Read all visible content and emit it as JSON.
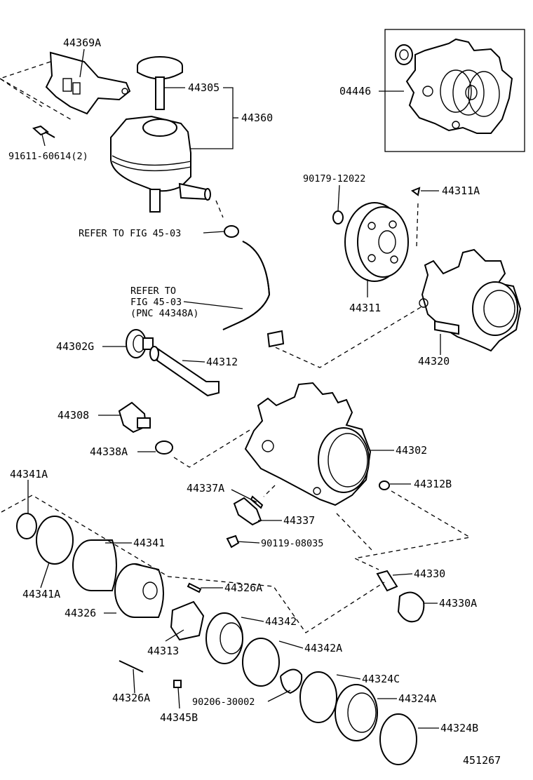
{
  "labels": {
    "p44369A": "44369A",
    "p44305": "44305",
    "p44360": "44360",
    "p04446": "04446",
    "p91611": "91611-60614(2)",
    "refer1": "REFER TO FIG 45-03",
    "p90179": "90179-12022",
    "p44311A": "44311A",
    "refer2_l1": "REFER TO",
    "refer2_l2": "FIG 45-03",
    "refer2_l3": "(PNC 44348A)",
    "p44311": "44311",
    "p44302G": "44302G",
    "p44312": "44312",
    "p44320": "44320",
    "p44308": "44308",
    "p44302": "44302",
    "p44338A": "44338A",
    "p44341A_top": "44341A",
    "p44337A": "44337A",
    "p44312B": "44312B",
    "p44337": "44337",
    "p44341": "44341",
    "p90119": "90119-08035",
    "p44330": "44330",
    "p44341A_bot": "44341A",
    "p44326A_top": "44326A",
    "p44330A": "44330A",
    "p44326": "44326",
    "p44342": "44342",
    "p44313": "44313",
    "p44342A": "44342A",
    "p44324C": "44324C",
    "p44326A_bot": "44326A",
    "p90206": "90206-30002",
    "p44324A": "44324A",
    "p44345B": "44345B",
    "p44324B": "44324B",
    "figure_id": "451267"
  }
}
